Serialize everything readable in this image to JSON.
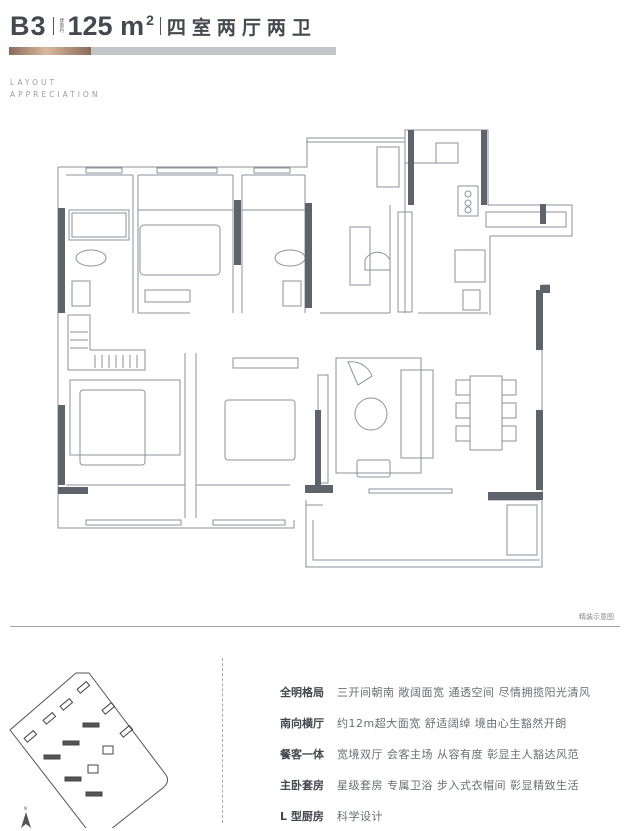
{
  "header": {
    "code": "B3",
    "area_note": "建面约",
    "area": "125 m",
    "area_sup": "2",
    "unit_type": "四室两厅两卫",
    "subtitle_line1": "LAYOUT",
    "subtitle_line2": "APPRECIATION"
  },
  "colors": {
    "accent": "#c9a58c",
    "wall_dark": "#5f636c",
    "line": "#8e929b"
  },
  "plan": {
    "caption": "精装示意图"
  },
  "site_plan": {
    "north_label": "N"
  },
  "features": [
    {
      "key": "全明格局",
      "value": "三开间朝南 敞阔面宽 通透空间 尽情拥揽阳光清风"
    },
    {
      "key": "南向横厅",
      "value": "约12m超大面宽 舒适阔绰 境由心生豁然开朗"
    },
    {
      "key": "餐客一体",
      "value": "宽境双厅 会客主场 从容有度 彰显主人豁达风范"
    },
    {
      "key": "主卧套房",
      "value": "星级套房 专属卫浴 步入式衣帽间 彰显精致生活"
    },
    {
      "key": "L 型厨房",
      "value": "科学设计"
    }
  ]
}
